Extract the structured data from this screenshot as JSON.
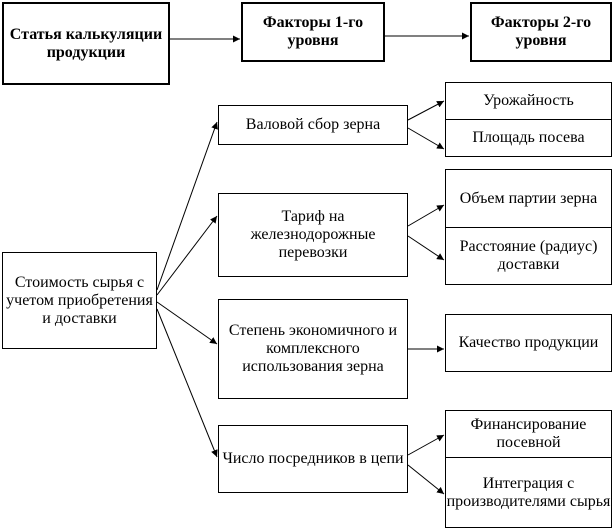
{
  "headers": {
    "article": "Статья калькуляции продукции",
    "level1": "Факторы 1-го уровня",
    "level2": "Факторы 2-го уровня"
  },
  "root": "Стоимость сырья с учетом приобретения и доставки",
  "level1": [
    "Валовой сбор зерна",
    "Тариф на железнодорожные перевозки",
    "Степень экономичного и комплексного использования зерна",
    "Число посредников в цепи"
  ],
  "level2": [
    "Урожайность",
    "Площадь посева",
    "Объем партии зерна",
    "Расстояние (радиус) доставки",
    "Качество продукции",
    "Финансирование посевной",
    "Интеграция с производителями сырья"
  ]
}
